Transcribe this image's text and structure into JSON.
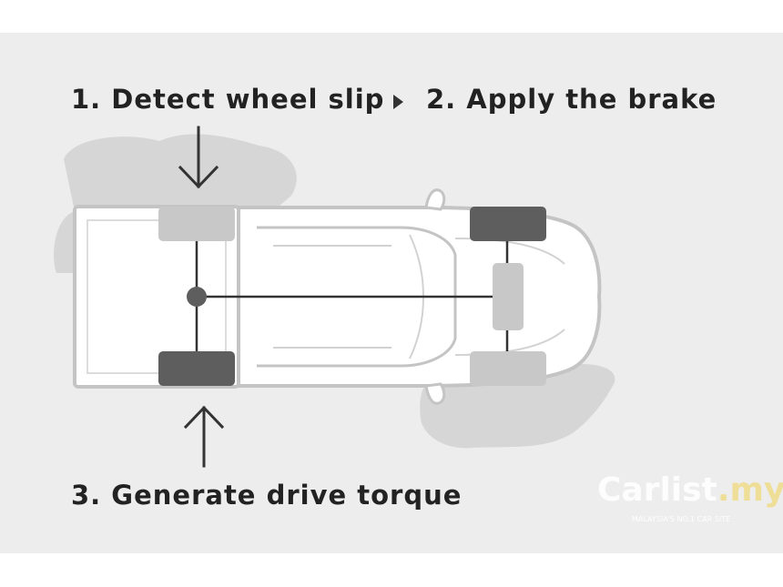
{
  "steps": {
    "detect": "1. Detect wheel slip",
    "brake": "2. Apply the brake",
    "torque": "3. Generate drive torque"
  },
  "watermark": {
    "brand": "Carlist",
    "brand_suffix": ".my",
    "tagline": "MALAYSIA'S NO.1 CAR SITE"
  },
  "colors": {
    "panel": "#ededed",
    "mud": "#d6d6d6",
    "wheel_light": "#c8c8c8",
    "wheel_dark": "#5e5e5e",
    "axle_line": "#333333",
    "text": "#222222"
  }
}
